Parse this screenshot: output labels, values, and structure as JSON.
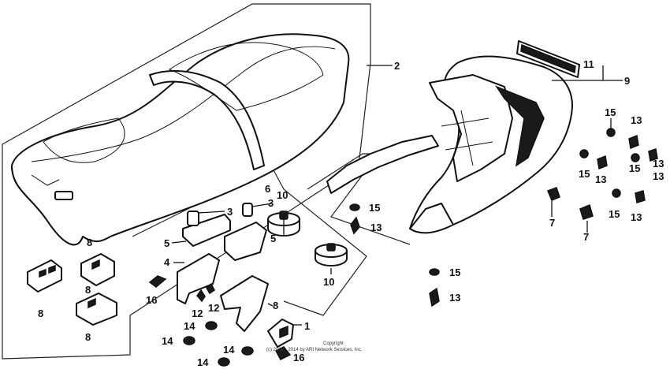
{
  "callouts": {
    "c1": "1",
    "c2": "2",
    "c3a": "3",
    "c3b": "3",
    "c4": "4",
    "c5a": "5",
    "c5b": "5",
    "c6": "6",
    "c7a": "7",
    "c7b": "7",
    "c8a": "8",
    "c8b": "8",
    "c8c": "8",
    "c8d": "8",
    "c8e": "8",
    "c9": "9",
    "c10a": "10",
    "c10b": "10",
    "c11": "11",
    "c12a": "12",
    "c12b": "12",
    "c13a": "13",
    "c13b": "13",
    "c13c": "13",
    "c13d": "13",
    "c13e": "13",
    "c13f": "13",
    "c13g": "13",
    "c14a": "14",
    "c14b": "14",
    "c14c": "14",
    "c14d": "14",
    "c15a": "15",
    "c15b": "15",
    "c15c": "15",
    "c15d": "15",
    "c15e": "15",
    "c15f": "15",
    "c16a": "16",
    "c16b": "16"
  },
  "copyright": {
    "line1": "Copyright",
    "line2": "(c) 2004 - 2014 by ARI Network Services, Inc."
  }
}
